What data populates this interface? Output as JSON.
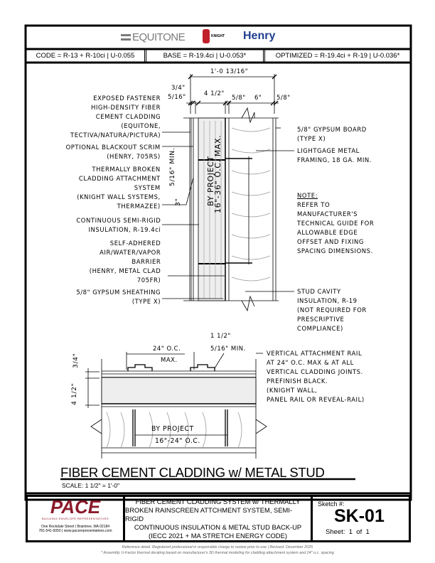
{
  "header": {
    "logos": [
      "EQUITONE",
      "KNIGHT",
      "Henry"
    ],
    "ratings": [
      "CODE = R-13 + R-10ci | U-0.055",
      "BASE = R-19.4ci | U-0.053*",
      "OPTIMIZED = R-19.4ci + R-19 | U-0.036*"
    ]
  },
  "section": {
    "dims": {
      "overall": "1'-0 13/16\"",
      "d34": "3/4\"",
      "d516": "5/16\"",
      "d412": "4 1/2\"",
      "d58a": "5/8\"",
      "d6": "6\"",
      "d58b": "5/8\"",
      "min516": "5/16\"",
      "min": "MIN.",
      "d3": "3\"",
      "by_project": "BY PROJECT",
      "spacing": "16\"-36\" O.C. MAX."
    },
    "left_labels": [
      [
        "EXPOSED FASTENER",
        "HIGH-DENSITY FIBER",
        "CEMENT CLADDING",
        "(EQUITONE,",
        "TECTIVA/NATURA/PICTURA)"
      ],
      [
        "OPTIONAL BLACKOUT SCRIM",
        "(HENRY, 705RS)"
      ],
      [
        "THERMALLY BROKEN",
        "CLADDING ATTACHMENT",
        "SYSTEM",
        "(KNIGHT WALL SYSTEMS,",
        "THERMAZEE)"
      ],
      [
        "CONTINUOUS SEMI-RIGID",
        "INSULATION, R-19.4ci"
      ],
      [
        "SELF-ADHERED",
        "AIR/WATER/VAPOR",
        "BARRIER",
        "(HENRY, METAL CLAD",
        "705FR)"
      ],
      [
        "5/8\" GYPSUM SHEATHING",
        "(TYPE X)"
      ]
    ],
    "right_labels": [
      [
        "5/8\" GYPSUM BOARD",
        "(TYPE X)"
      ],
      [
        "LIGHTGAGE METAL",
        "FRAMING, 18 GA. MIN."
      ],
      [
        "STUD CAVITY",
        "INSULATION, R-19",
        "(NOT REQUIRED FOR",
        "PRESCRIPTIVE",
        "COMPLIANCE)"
      ]
    ],
    "note": {
      "title": "NOTE:",
      "lines": [
        "REFER TO",
        "MANUFACTURER'S",
        "TECHNICAL GUIDE FOR",
        "ALLOWABLE EDGE",
        "OFFSET AND FIXING",
        "SPACING DIMENSIONS."
      ]
    }
  },
  "plan": {
    "dims": {
      "oc": "24\" O.C.",
      "max": "MAX.",
      "d112": "1 1/2\"",
      "min516": "5/16\" MIN.",
      "d34": "3/4\"",
      "d412": "4 1/2\"",
      "by_project": "BY PROJECT",
      "spacing": "16\"-24\" O.C."
    },
    "rail_label": [
      "VERTICAL ATTACHMENT RAIL",
      "AT 24\" O.C. MAX & AT ALL",
      "VERTICAL CLADDING JOINTS.",
      "PREFINISH BLACK.",
      "(KNIGHT WALL,",
      "PANEL RAIL OR REVEAL-RAIL)"
    ]
  },
  "title": "FIBER CEMENT CLADDING w/ METAL STUD",
  "scale": "SCALE: 1 1/2\" = 1'-0\"",
  "title_block": {
    "company": "PACE",
    "tagline": "BUILDING ENVELOPE REPRESENTATIVES",
    "address": "One Rockdale Street | Braintree, MA 02184",
    "contact": "781-541-5050 | www.pacerepresentatives.com",
    "description": [
      "FIBER CEMENT CLADDING SYSTEM w/ THERMALLY",
      "BROKEN RAINSCREEN ATTCHMENT SYSTEM, SEMI-RIGID",
      "CONTINUOUS INSULATION & METAL STUD BACK-UP",
      "(IECC 2021 + MA STRETCH ENERGY CODE)"
    ],
    "sketch_label": "Sketch #:",
    "sketch_no": "SK-01",
    "sheet": "Sheet:  1  of  1"
  },
  "footer": [
    "Reference detail.  Registered professional in responsible charge to review prior to use  |  Revised: December 2025",
    "* Assembly U-Factor thermal derating based on manufacturer's 3D thermal modeling for cladding attachment system and 24\" o.c. spacing"
  ],
  "colors": {
    "pace": "#8b1a2b",
    "henry": "#1f3f8f",
    "knight": "#c0202a",
    "equitone": "#7a7a7a"
  }
}
